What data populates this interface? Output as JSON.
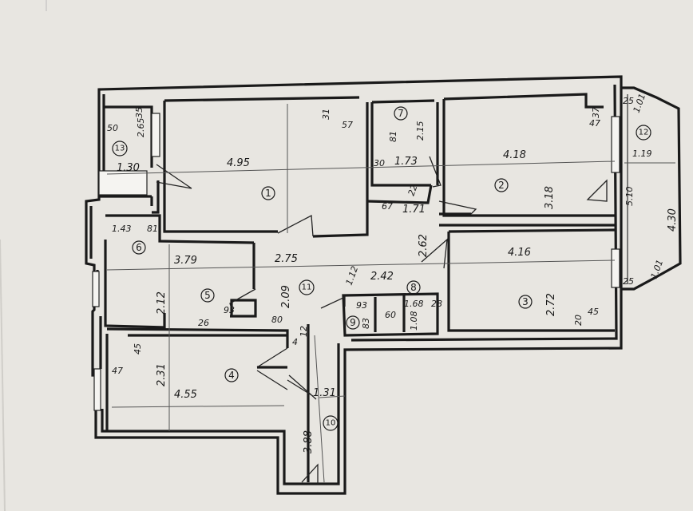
{
  "plan": {
    "room_numbers": [
      "1",
      "2",
      "3",
      "4",
      "5",
      "6",
      "7",
      "8",
      "9",
      "10",
      "11",
      "12",
      "13"
    ],
    "dimensions": {
      "r1_len": "4.95",
      "r1_w": "31",
      "r1_w2": "57",
      "r13_a": "50",
      "r13_b": "2.65",
      "r13_c": "35",
      "r13_d": "1.30",
      "r7_a": "81",
      "r7_b": "2.15",
      "r7_c": "30",
      "r7_d": "1.73",
      "r7_e": "22",
      "r7_f": "67",
      "r7_g": "1.71",
      "r2_len": "4.18",
      "r2_w": "3.18",
      "r2_a": "37",
      "r2_b": "47",
      "r12_a": "1.01",
      "r12_b": "1.19",
      "r12_c": "5.10",
      "r12_d": "4.30",
      "r12_e": "1.01",
      "r12_f": "25",
      "r12_g": "25",
      "r3_len": "4.16",
      "r3_w": "2.72",
      "r3_a": "20",
      "r3_b": "45",
      "r6_a": "1.43",
      "r6_b": "81",
      "r5_len": "3.79",
      "r5_w": "2.12",
      "r5_a": "93",
      "r5_b": "26",
      "r11_len": "2.75",
      "r11_w": "2.09",
      "r11_a": "80",
      "r11_b": "12",
      "r11_c": "4",
      "r11_d": "1.12",
      "r11_e": "2.42",
      "r11_f": "2.62",
      "r8_a": "1.68",
      "r8_b": "28",
      "r8_c": "1.08",
      "r9_a": "93",
      "r9_b": "60",
      "r9_c": "83",
      "r4_len": "4.55",
      "r4_w": "2.31",
      "r4_a": "45",
      "r4_b": "47",
      "r10_len": "3.88",
      "r10_w": "1.31"
    }
  }
}
